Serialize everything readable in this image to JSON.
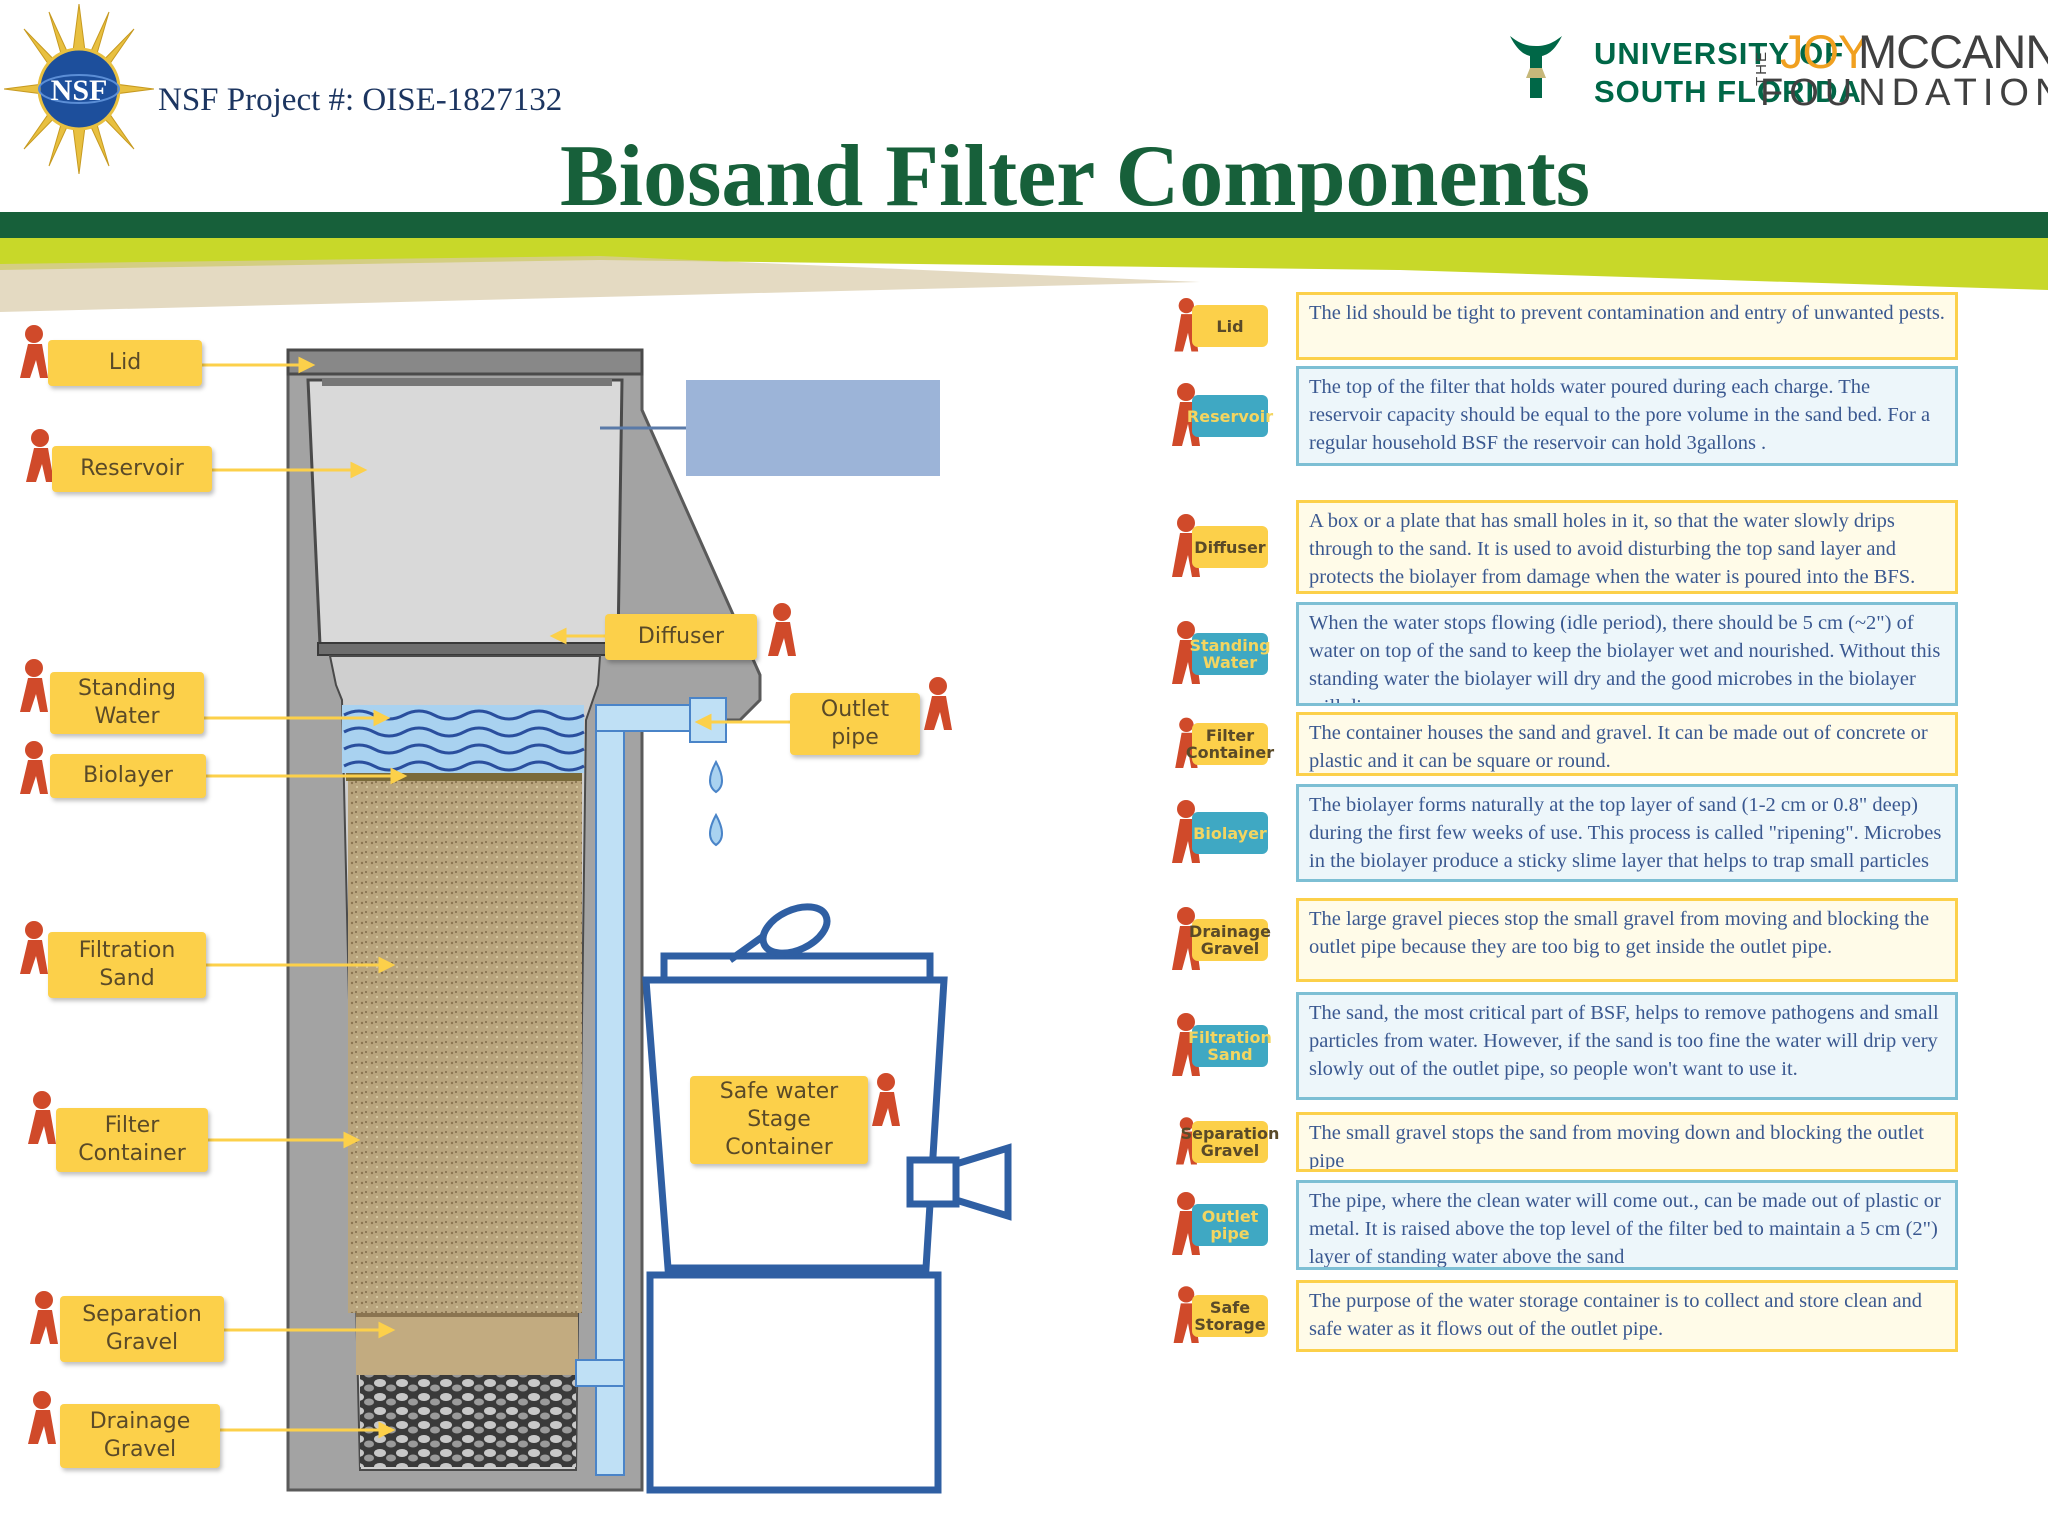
{
  "header": {
    "project": "NSF Project #: OISE-1827132",
    "nsf_logo_text": "NSF",
    "usf_line1": "UNIVERSITY OF",
    "usf_line2": "SOUTH FLORIDA",
    "the_mark": "THE",
    "joy": "JOY",
    "mccann": "MCCANN",
    "foundation": "FOUNDATION"
  },
  "title": "Biosand Filter Components",
  "diagram_labels": {
    "lid": "Lid",
    "reservoir": "Reservoir",
    "diffuser": "Diffuser",
    "standing_water": "Standing\nWater",
    "biolayer": "Biolayer",
    "outlet_pipe": "Outlet\npipe",
    "filtration_sand": "Filtration\nSand",
    "safe_water": "Safe water\nStage\nContainer",
    "filter_container": "Filter\nContainer",
    "separation_gravel": "Separation\nGravel",
    "drainage_gravel": "Drainage\nGravel"
  },
  "colors": {
    "brand_green": "#17603a",
    "label_yellow": "#fcd04a",
    "concrete_grey": "#a6a6a6",
    "pipe_blue": "#9fc8ea",
    "container_blue": "#2f5fa3"
  },
  "components": [
    {
      "tag": "Lid",
      "tag_color": "yellow",
      "box_color": "yellow",
      "text": "The lid should be tight to prevent contamination and entry of unwanted pests."
    },
    {
      "tag": "Reservoir",
      "tag_color": "blue",
      "box_color": "blue",
      "text": "The top of the filter that holds water poured during each charge. The reservoir capacity should be equal to the pore volume in the sand bed. For a regular household BSF the reservoir can hold 3gallons ."
    },
    {
      "tag": "Diffuser",
      "tag_color": "yellow",
      "box_color": "yellow",
      "text": "A box or a plate that has small holes in it, so that the water slowly drips through to the sand. It is used to avoid disturbing the top sand layer and protects the biolayer from damage when the water is poured into the BFS."
    },
    {
      "tag": "Standing\nWater",
      "tag_color": "blue",
      "box_color": "blue",
      "text": "When the water stops flowing (idle period), there should be 5 cm (~2\") of water on top of the sand to keep the biolayer wet and nourished. Without this standing water the biolayer will dry and the good microbes in the biolayer will die."
    },
    {
      "tag": "Filter\nContainer",
      "tag_color": "yellow",
      "box_color": "yellow",
      "text": "The container houses the sand and gravel. It can be made out of concrete or plastic and it can be square or round."
    },
    {
      "tag": "Biolayer",
      "tag_color": "blue",
      "box_color": "blue",
      "text": "The biolayer forms naturally at the top layer of sand (1-2 cm or 0.8\" deep) during the first few weeks of use. This process is called \"ripening\". Microbes in the biolayer produce a sticky slime layer that helps to trap small particles and pathogens."
    },
    {
      "tag": "Drainage\nGravel",
      "tag_color": "yellow",
      "box_color": "yellow",
      "text": "The large gravel pieces stop the small gravel from moving and blocking the outlet pipe because they are too big to get inside the outlet pipe."
    },
    {
      "tag": "Filtration\nSand",
      "tag_color": "blue",
      "box_color": "blue",
      "text": "The sand, the most critical part of BSF, helps to remove pathogens and small particles from water. However, if the sand is too fine the water will drip very slowly out of the outlet pipe, so people won't want to use it."
    },
    {
      "tag": "Separation\nGravel",
      "tag_color": "yellow",
      "box_color": "yellow",
      "text": "The small gravel stops the sand from moving down and blocking the outlet pipe"
    },
    {
      "tag": "Outlet\npipe",
      "tag_color": "blue",
      "box_color": "blue",
      "text": "The pipe, where the clean water will come out., can be made out of plastic or metal. It is raised above the top level of the filter bed to maintain a 5 cm (2\") layer of standing water above the sand"
    },
    {
      "tag": "Safe\nStorage",
      "tag_color": "yellow",
      "box_color": "yellow",
      "text": "The purpose of the water storage container is to collect and store clean and safe water as it flows out of the outlet pipe."
    }
  ]
}
